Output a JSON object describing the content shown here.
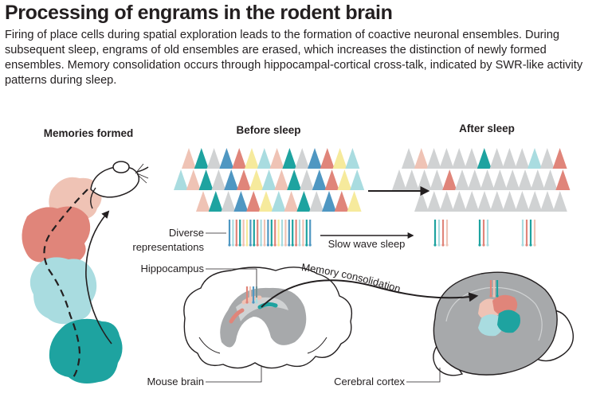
{
  "title": "Processing of engrams in the rodent brain",
  "caption": "Firing of place cells during spatial exploration leads to the formation of coactive neuronal ensembles. During subsequent sleep, engrams of old ensembles are erased, which increases the distinction of newly formed ensembles. Memory consolidation occurs through hippocampal-cortical cross-talk, indicated by SWR-like activity patterns during sleep.",
  "panels": {
    "memories": "Memories formed",
    "before": "Before sleep",
    "after": "After sleep"
  },
  "labels": {
    "diverse_1": "Diverse",
    "diverse_2": "representations",
    "sws": "Slow wave sleep",
    "hippocampus": "Hippocampus",
    "consolidation": "Memory consolidation",
    "mouse_brain": "Mouse brain",
    "cortex": "Cerebral cortex"
  },
  "colors": {
    "pink": "#efc3b5",
    "salmon": "#e0857a",
    "lightblue": "#a9dce0",
    "teal": "#1ea3a0",
    "yellow": "#f6ea9c",
    "blue": "#4f97c2",
    "gray": "#d0d2d3",
    "darkgray": "#a7a9ab",
    "ink": "#231f20"
  }
}
